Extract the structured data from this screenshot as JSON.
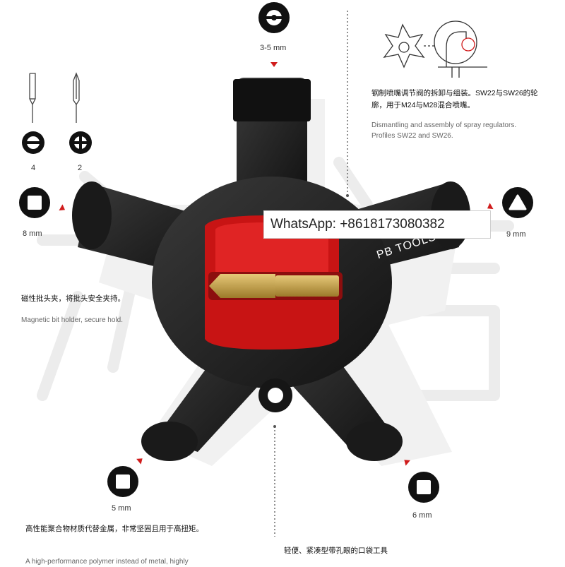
{
  "callouts": {
    "top": {
      "size": "3-5 mm",
      "icon": "circle-dot-socket-icon"
    },
    "left_square": {
      "size": "8 mm",
      "icon": "square-socket-icon"
    },
    "right_triangle": {
      "size": "9 mm",
      "icon": "triangle-socket-icon"
    },
    "bottom_left_square": {
      "size": "5 mm",
      "icon": "square-socket-icon"
    },
    "bottom_right_square": {
      "size": "6 mm",
      "icon": "square-socket-icon"
    },
    "slotted_bit": {
      "size": "4",
      "icon": "slotted-icon"
    },
    "phillips_bit": {
      "size": "2",
      "icon": "phillips-icon"
    }
  },
  "texts": {
    "spray_zh": "钢制喷嘴调节阀的拆卸与组装。SW22与SW26的轮廓，用于M24与M28混合喷嘴。",
    "spray_en": "Dismantling and assembly of spray regulators. Profiles SW22 and SW26.",
    "bit_zh": "磁性批头夹，将批头安全夹持。",
    "bit_en": "Magnetic bit holder, secure hold.",
    "polymer_zh": "高性能聚合物材质代替金属，非常坚固且用于高扭矩。",
    "polymer_en": "A high-performance polymer instead of metal, highly",
    "pocket_zh": "轻便、紧凑型带孔眼的口袋工具"
  },
  "product": {
    "brand": "PB TOOLS"
  },
  "watermark": {
    "text": "WhatsApp: +8618173080382"
  },
  "colors": {
    "accent": "#d01c1c",
    "tool": "#1c1c1c",
    "holder": "#c81414",
    "bit": "#c9a24a"
  }
}
